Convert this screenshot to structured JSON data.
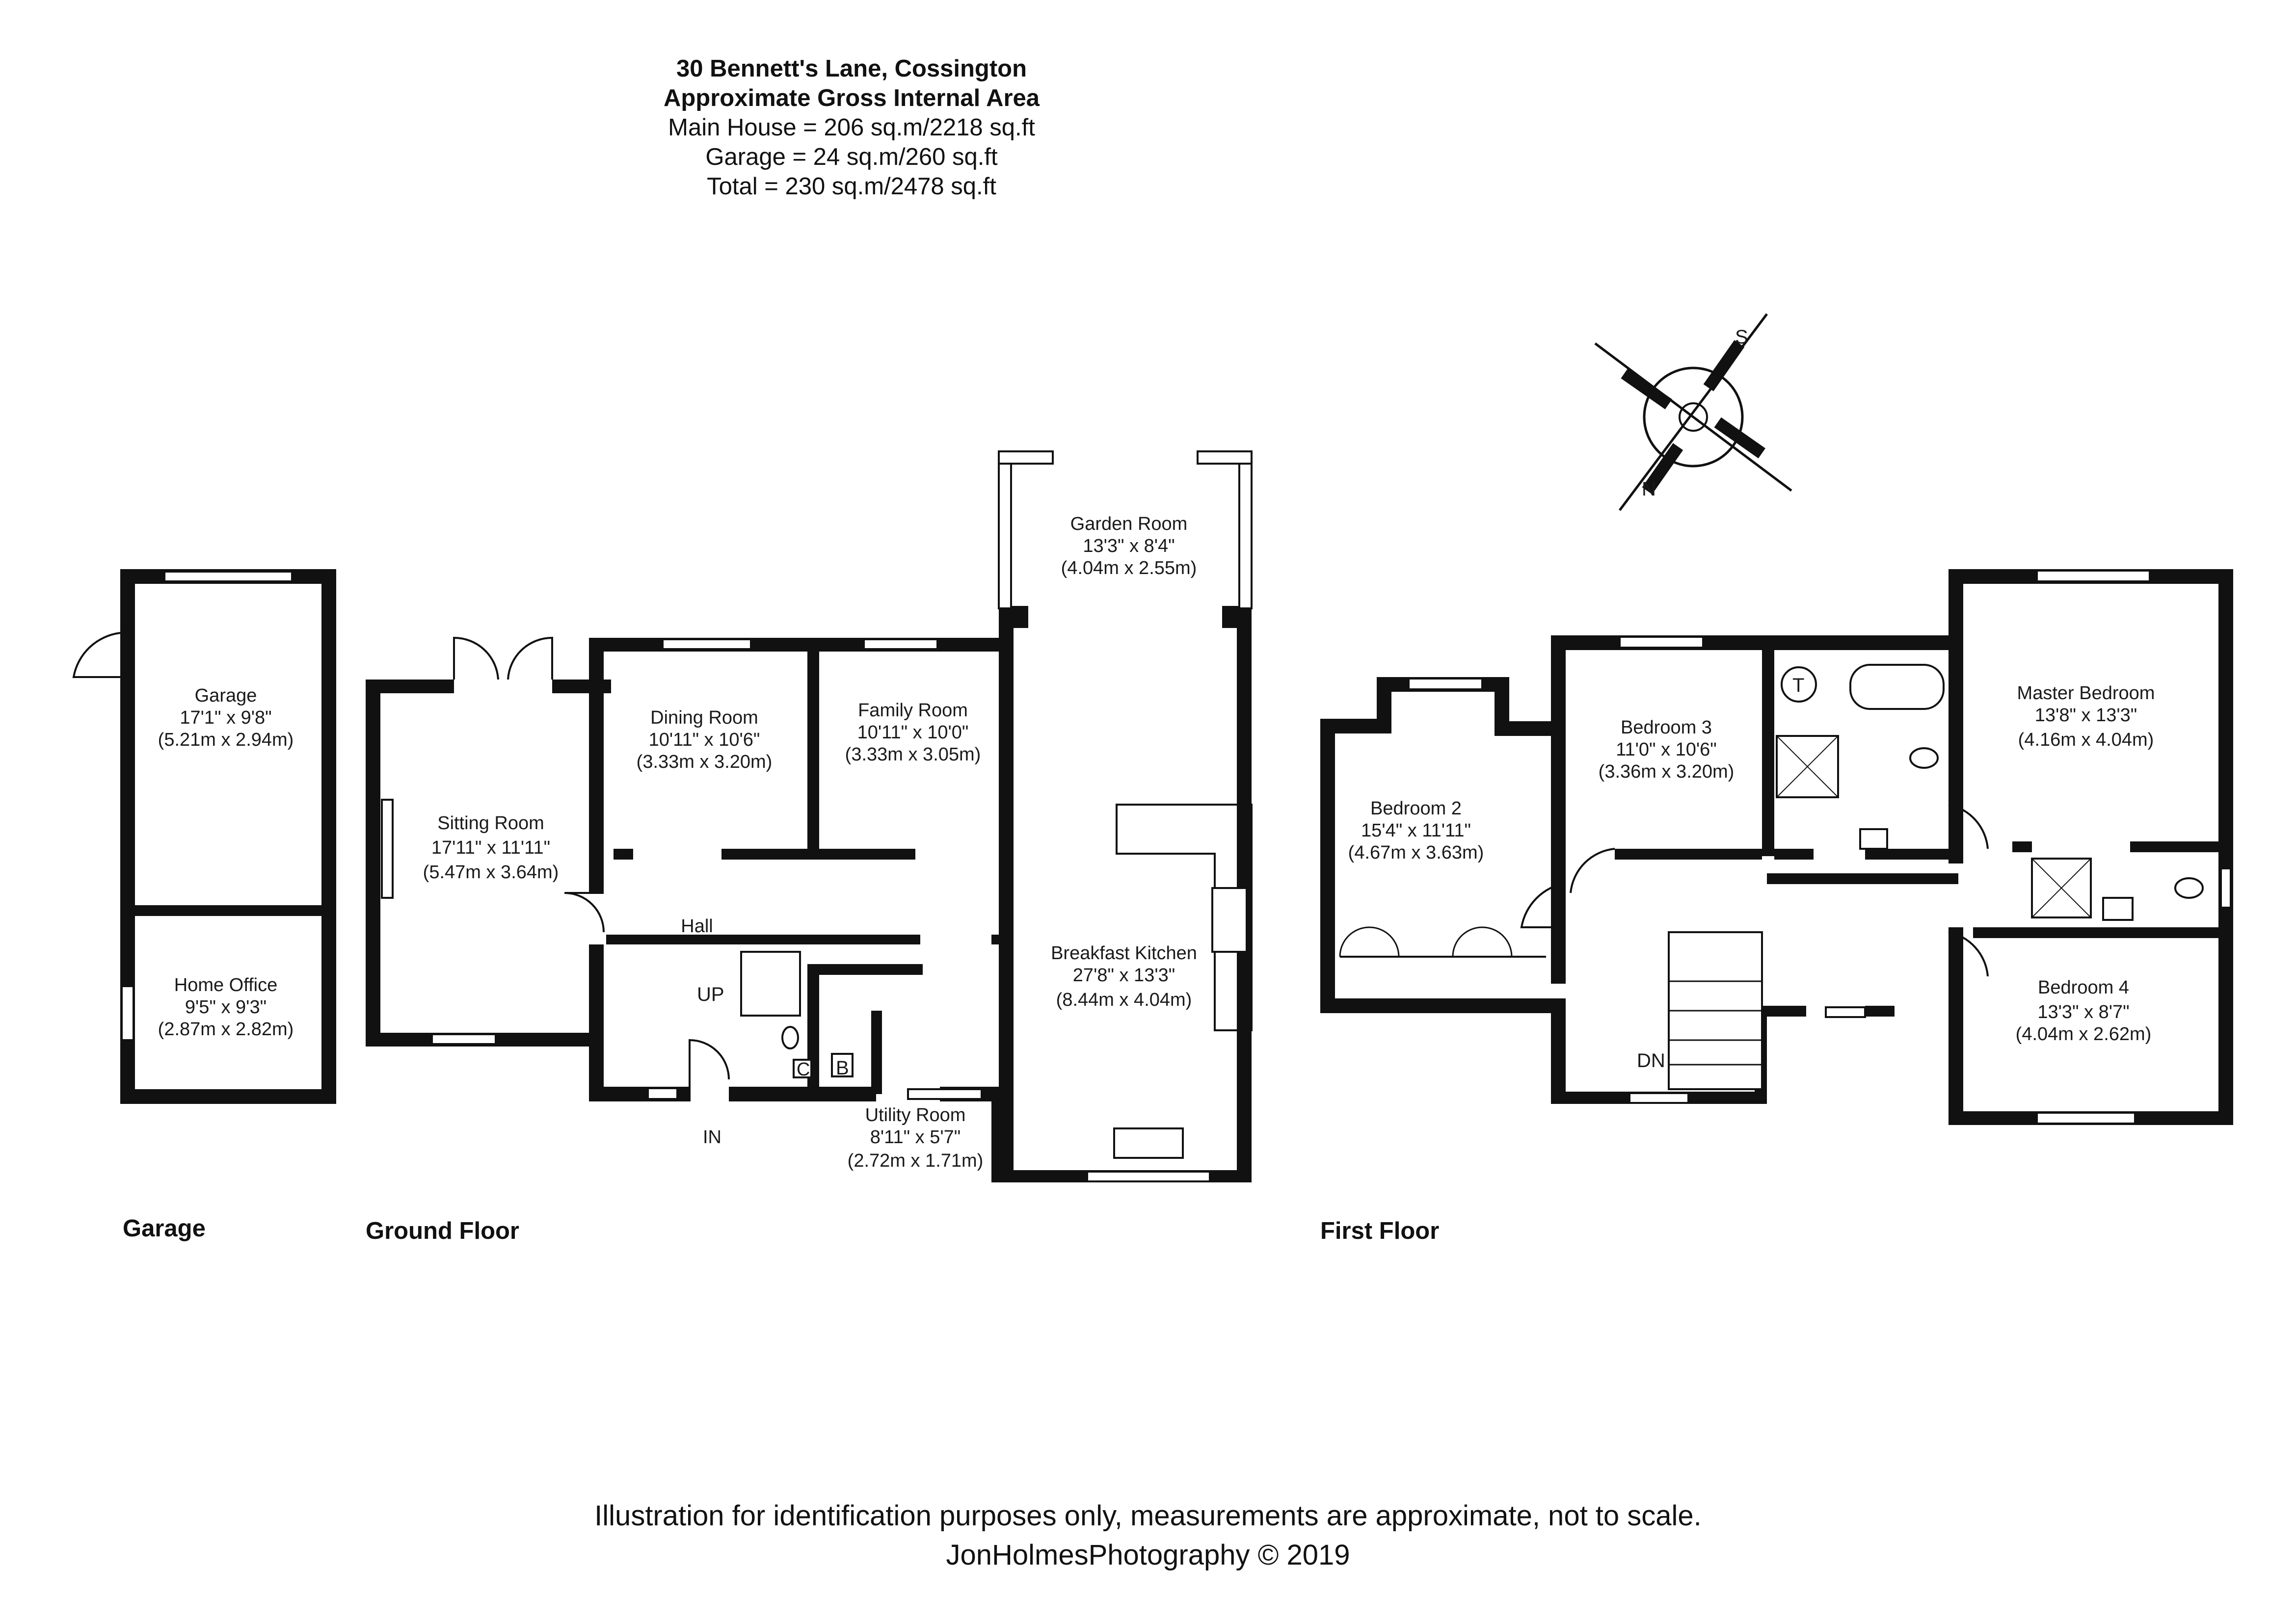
{
  "header": {
    "address": "30 Bennett's Lane, Cossington",
    "area_title": "Approximate Gross Internal Area",
    "main_house": "Main House = 206 sq.m/2218 sq.ft",
    "garage": "Garage = 24 sq.m/260 sq.ft",
    "total": "Total = 230 sq.m/2478 sq.ft"
  },
  "floors": {
    "garage": "Garage",
    "ground": "Ground Floor",
    "first": "First Floor"
  },
  "rooms": {
    "garage": {
      "name": "Garage",
      "imperial": "17'1\" x 9'8\"",
      "metric": "(5.21m x 2.94m)"
    },
    "home_office": {
      "name": "Home Office",
      "imperial": "9'5\" x 9'3\"",
      "metric": "(2.87m x 2.82m)"
    },
    "sitting_room": {
      "name": "Sitting Room",
      "imperial": "17'11\" x 11'11\"",
      "metric": "(5.47m x 3.64m)"
    },
    "dining_room": {
      "name": "Dining Room",
      "imperial": "10'11\" x 10'6\"",
      "metric": "(3.33m x 3.20m)"
    },
    "family_room": {
      "name": "Family Room",
      "imperial": "10'11\" x 10'0\"",
      "metric": "(3.33m x 3.05m)"
    },
    "garden_room": {
      "name": "Garden Room",
      "imperial": "13'3\" x 8'4\"",
      "metric": "(4.04m x 2.55m)"
    },
    "breakfast_kitchen": {
      "name": "Breakfast Kitchen",
      "imperial": "27'8\" x 13'3\"",
      "metric": "(8.44m x 4.04m)"
    },
    "utility_room": {
      "name": "Utility Room",
      "imperial": "8'11\" x 5'7\"",
      "metric": "(2.72m x 1.71m)"
    },
    "hall": {
      "name": "Hall"
    },
    "bedroom_2": {
      "name": "Bedroom 2",
      "imperial": "15'4\" x 11'11\"",
      "metric": "(4.67m x 3.63m)"
    },
    "bedroom_3": {
      "name": "Bedroom 3",
      "imperial": "11'0\" x 10'6\"",
      "metric": "(3.36m x 3.20m)"
    },
    "master_bedroom": {
      "name": "Master Bedroom",
      "imperial": "13'8\" x 13'3\"",
      "metric": "(4.16m x 4.04m)"
    },
    "bedroom_4": {
      "name": "Bedroom 4",
      "imperial": "13'3\" x 8'7\"",
      "metric": "(4.04m x 2.62m)"
    }
  },
  "markers": {
    "up": "UP",
    "dn": "DN",
    "in": "IN",
    "cupboard": "C",
    "boiler": "B",
    "tank": "T",
    "compass_s": "S",
    "compass_n": "N"
  },
  "footer": {
    "disclaimer": "Illustration for identification purposes only, measurements are approximate, not to scale.",
    "copyright": "JonHolmesPhotography © 2019"
  }
}
